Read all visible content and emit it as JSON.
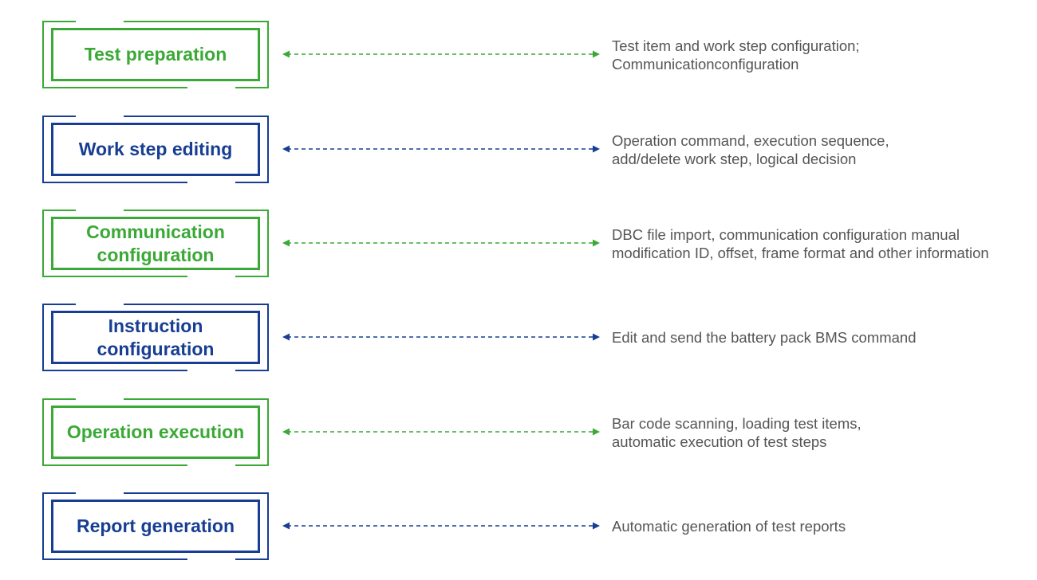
{
  "colors": {
    "green": "#3aa935",
    "blue": "#173e92",
    "description_text": "#555555"
  },
  "steps": [
    {
      "label_lines": [
        "Test preparation"
      ],
      "color": "green",
      "description_lines": [
        "Test item and work step configuration;",
        "Communicationconfiguration"
      ]
    },
    {
      "label_lines": [
        "Work step editing"
      ],
      "color": "blue",
      "description_lines": [
        "Operation command, execution sequence,",
        "add/delete work step, logical decision"
      ]
    },
    {
      "label_lines": [
        "Communication",
        "configuration"
      ],
      "color": "green",
      "description_lines": [
        "DBC file import, communication configuration manual",
        "modification ID, offset, frame format and other information"
      ]
    },
    {
      "label_lines": [
        "Instruction",
        "configuration"
      ],
      "color": "blue",
      "description_lines": [
        "Edit and send the battery pack BMS command"
      ]
    },
    {
      "label_lines": [
        "Operation execution"
      ],
      "color": "green",
      "description_lines": [
        "Bar code scanning, loading test items,",
        "automatic execution of test steps"
      ]
    },
    {
      "label_lines": [
        "Report generation"
      ],
      "color": "blue",
      "description_lines": [
        "Automatic generation of test reports"
      ]
    }
  ]
}
